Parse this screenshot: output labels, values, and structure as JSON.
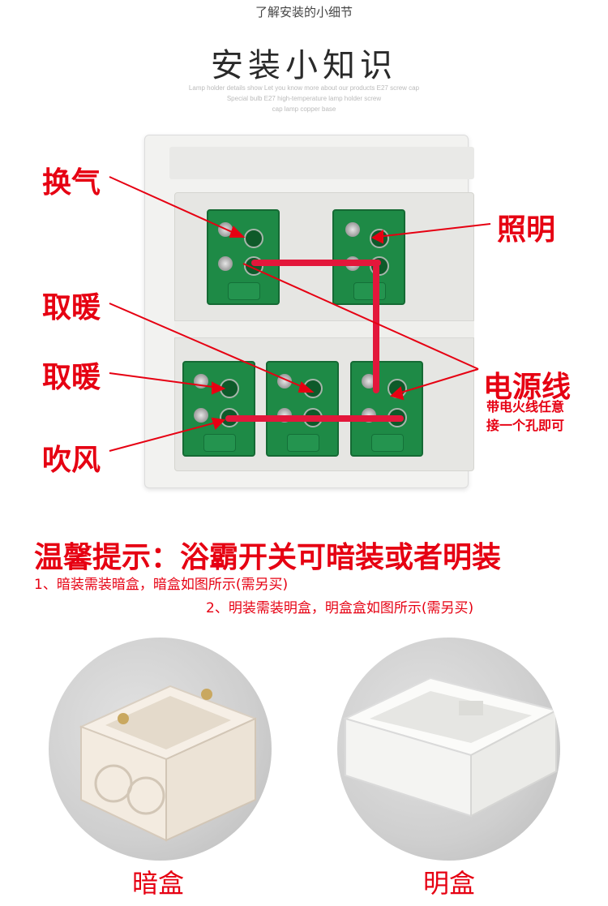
{
  "header": {
    "subtitle": "了解安装的小细节",
    "title": "安装小知识",
    "en_line1": "Lamp holder details show Let you know more about our products E27 screw cap",
    "en_line2": "Special bulb E27 high-temperature lamp holder screw",
    "en_line3": "cap lamp copper base"
  },
  "labels": {
    "ventilation": "换气",
    "lighting": "照明",
    "heating1": "取暖",
    "heating2": "取暖",
    "power_line": "电源线",
    "power_note1": "带电火线任意",
    "power_note2": "接一个孔即可",
    "blower": "吹风"
  },
  "tips": {
    "title": "温馨提示：浴霸开关可暗装或者明装",
    "line1": "1、暗装需装暗盒，暗盒如图所示(需另买)",
    "line2": "2、明装需装明盒，明盒盒如图所示(需另买)"
  },
  "boxes": {
    "hidden": "暗盒",
    "surface": "明盒"
  },
  "colors": {
    "accent": "#e60012",
    "module_green": "#1e8a46",
    "wire_red": "#e3173b"
  }
}
